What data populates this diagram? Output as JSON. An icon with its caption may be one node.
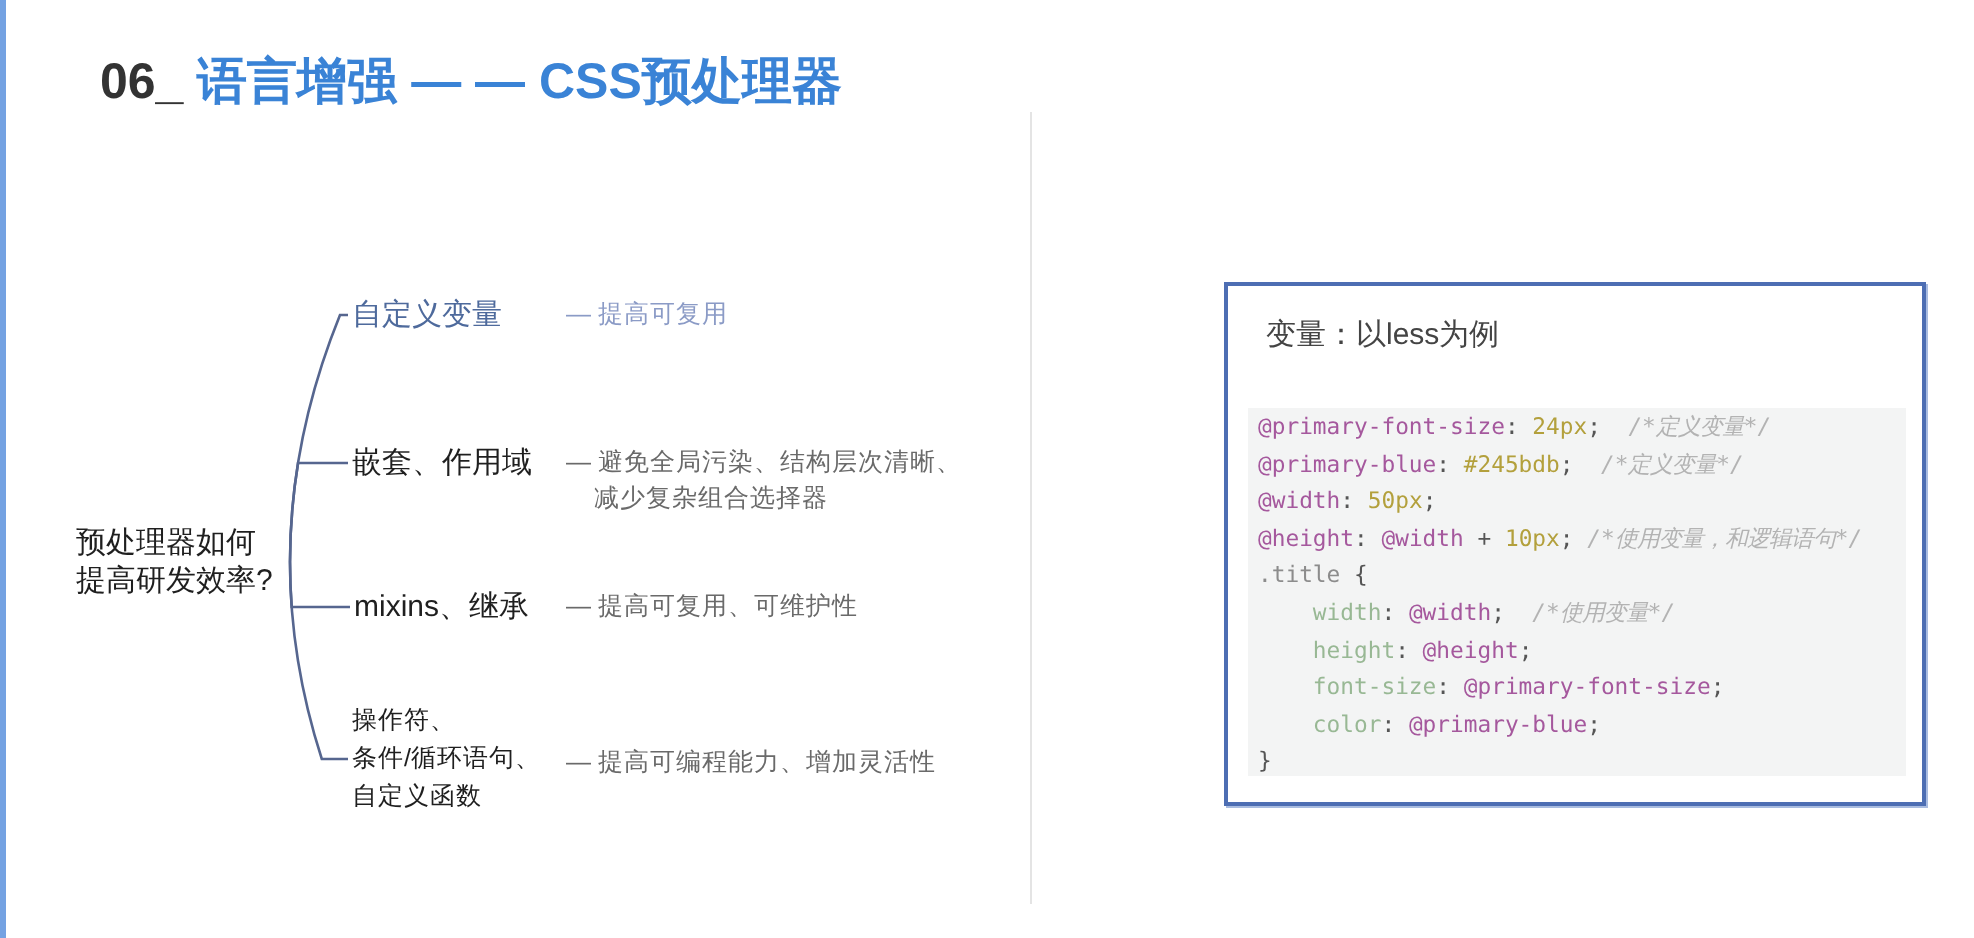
{
  "diagram": {
    "title": "06_ 语言增强 — — CSS预处理器",
    "nodes": [
      {
        "text": [
          "预处理器如何提高研发效率?"
        ]
      },
      {
        "text": [
          "自定义变量"
        ],
        "beside": [
          "— 提高可复用"
        ]
      },
      {
        "text": [
          "嵌套、作用域"
        ],
        "beside": [
          "— 避免全局污染、结构层次清晰、减少复杂组合选择器"
        ]
      },
      {
        "text": [
          "mixins、继承"
        ],
        "beside": [
          "— 提高可复用、可维护性"
        ]
      },
      {
        "text": [
          "操作符、条件/循环语句、自定义函数"
        ],
        "beside": [
          "— 提高可编程能力、增加灵活性"
        ]
      },
      {
        "text": [
          "变量：以less为例",
          "@primary-font-size: 24px;  /*定义变量*/",
          "@primary-blue: #245bdb;  /*定义变量*/",
          "@width: 50px;",
          "@height: @width + 10px; /*使用变量，和逻辑语句*/",
          ".title {",
          "width: @width;  /*使用变量*/",
          "height: @height;",
          "font-size: @primary-font-size;",
          "color: @primary-blue;",
          "}"
        ]
      }
    ],
    "edges": [
      {
        "from": 0,
        "to": 1,
        "arrow": "none"
      },
      {
        "from": 0,
        "to": 2,
        "arrow": "none"
      },
      {
        "from": 0,
        "to": 3,
        "arrow": "none"
      },
      {
        "from": 0,
        "to": 4,
        "arrow": "none"
      }
    ]
  }
}
